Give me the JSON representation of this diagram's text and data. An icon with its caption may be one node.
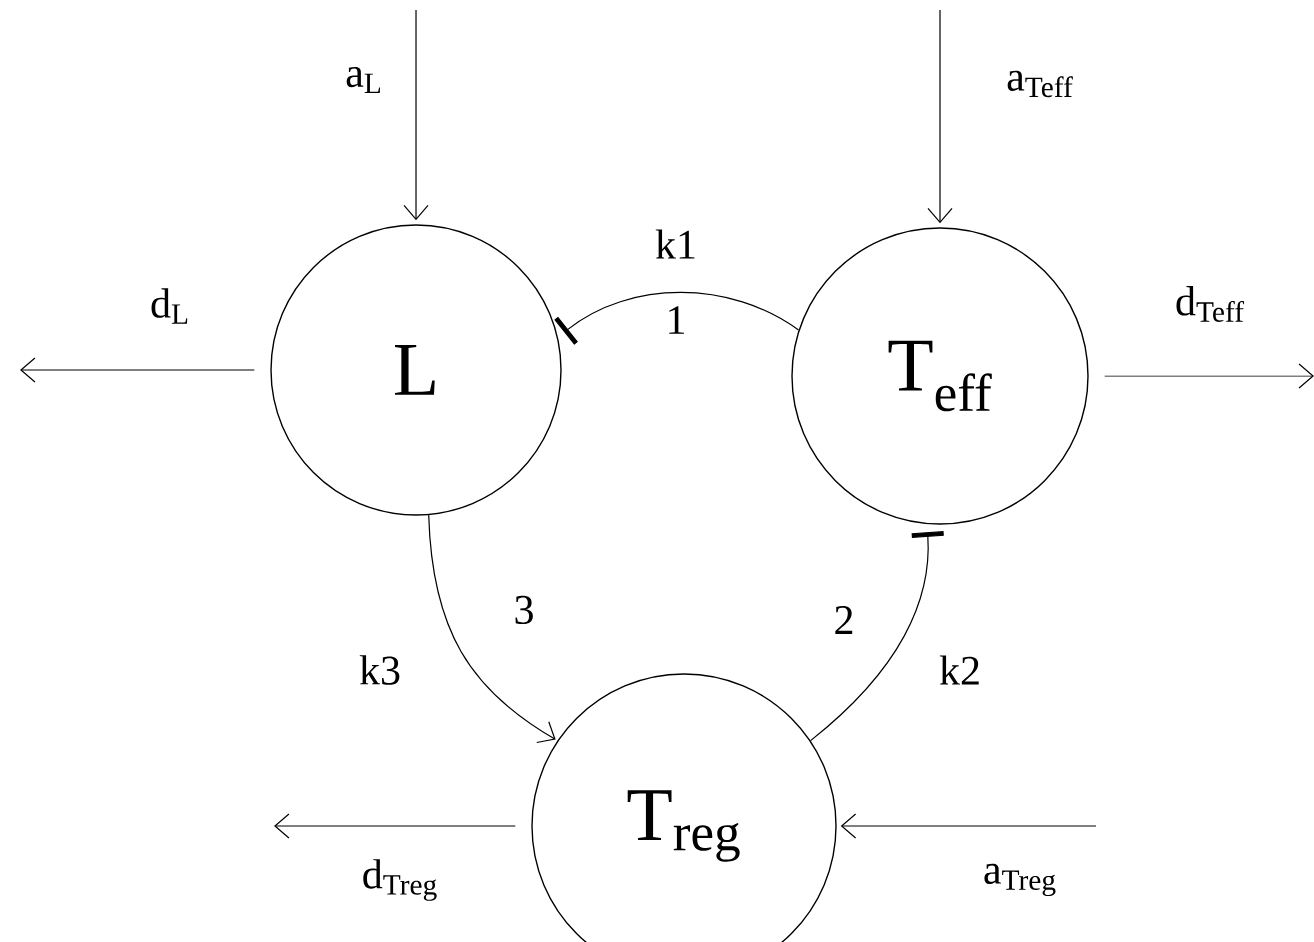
{
  "diagram": {
    "nodes": [
      {
        "text": [
          "L"
        ]
      },
      {
        "text": [
          "T$_{eff}$"
        ]
      },
      {
        "text": [
          "T$_{reg}$"
        ]
      }
    ],
    "edges": [
      {
        "from": 1,
        "to": 0,
        "arrow": "other",
        "label": "k1"
      },
      {
        "from": 2,
        "to": 1,
        "arrow": "other",
        "label": "k2"
      },
      {
        "from": 0,
        "to": 2,
        "arrow": "to",
        "label": "k3"
      },
      {
        "from": null,
        "to": 0,
        "arrow": "to",
        "label": "a$_{L}$"
      },
      {
        "from": 0,
        "to": null,
        "arrow": "to",
        "label": "d$_{L}$"
      },
      {
        "from": null,
        "to": 1,
        "arrow": "to",
        "label": "a$_{Teff}$"
      },
      {
        "from": 1,
        "to": null,
        "arrow": "to",
        "label": "d$_{Teff}$"
      },
      {
        "from": 2,
        "to": null,
        "arrow": "to",
        "label": "d$_{Treg}$"
      },
      {
        "from": null,
        "to": 2,
        "arrow": "to",
        "label": "a$_{Treg}$"
      }
    ],
    "labels": [
      "1",
      "2",
      "3"
    ]
  }
}
